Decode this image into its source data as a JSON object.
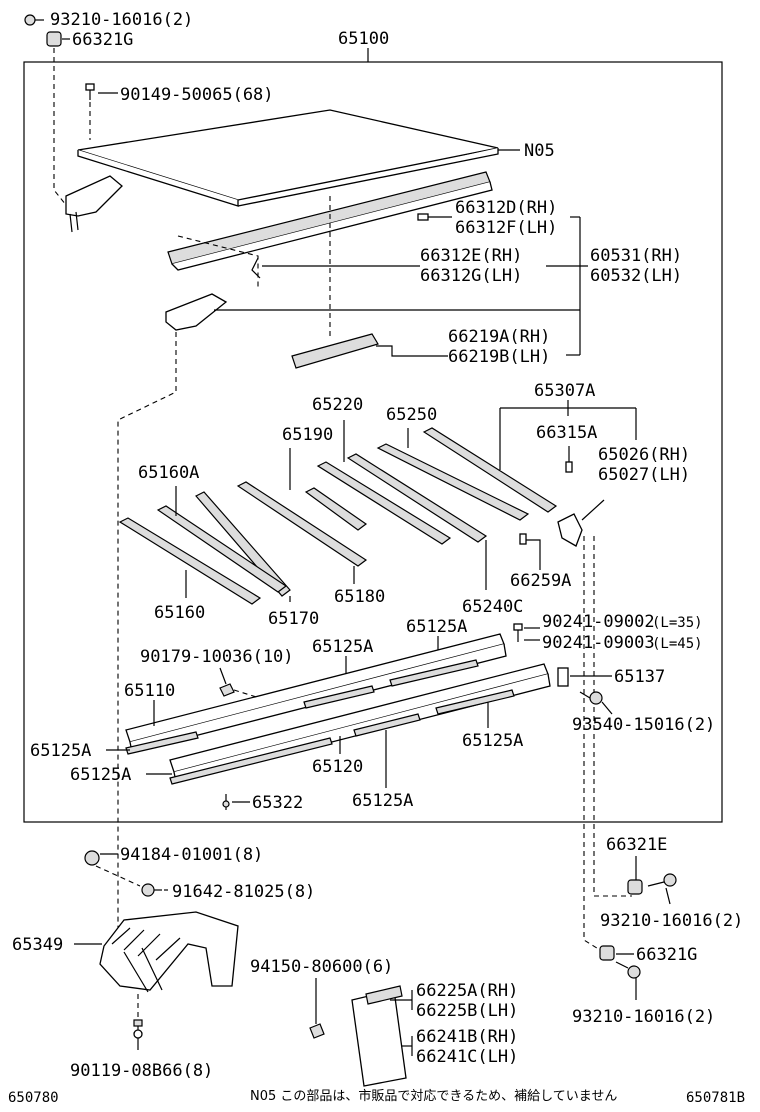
{
  "diagram": {
    "main_part": "65100",
    "labels": {
      "l1": "93210-16016(2)",
      "l2": "66321G",
      "l3": "90149-50065(68)",
      "l4": "N05",
      "l5": "66312D(RH)",
      "l6": "66312F(LH)",
      "l7": "66312E(RH)",
      "l8": "66312G(LH)",
      "l9": "60531(RH)",
      "l10": "60532(LH)",
      "l11": "66219A(RH)",
      "l12": "66219B(LH)",
      "l13": "65307A",
      "l14": "65220",
      "l15": "65250",
      "l16": "66315A",
      "l17": "65190",
      "l18": "65026(RH)",
      "l19": "65027(LH)",
      "l20": "65160A",
      "l21": "66259A",
      "l22": "65160",
      "l23": "65170",
      "l24": "65180",
      "l25": "65240C",
      "l26": "90241-09002",
      "l26b": "(L=35)",
      "l27": "90241-09003",
      "l27b": "(L=45)",
      "l28": "65125A",
      "l29": "65125A",
      "l30": "90179-10036(10)",
      "l31": "65137",
      "l32": "65110",
      "l33": "93540-15016(2)",
      "l34": "65125A",
      "l35": "65125A",
      "l36": "65125A",
      "l37": "65120",
      "l38": "65322",
      "l39": "65125A",
      "l40": "66321E",
      "l41": "94184-01001(8)",
      "l42": "91642-81025(8)",
      "l43": "93210-16016(2)",
      "l44": "65349",
      "l45": "66321G",
      "l46": "94150-80600(6)",
      "l47": "66225A(RH)",
      "l48": "66225B(LH)",
      "l49": "93210-16016(2)",
      "l50": "66241B(RH)",
      "l51": "66241C(LH)",
      "l52": "90119-08B66(8)"
    },
    "footer_left": "650780",
    "footer_note": "N05 この部品は、市販品で対応できるため、補給していません",
    "footer_right": "650781B"
  }
}
